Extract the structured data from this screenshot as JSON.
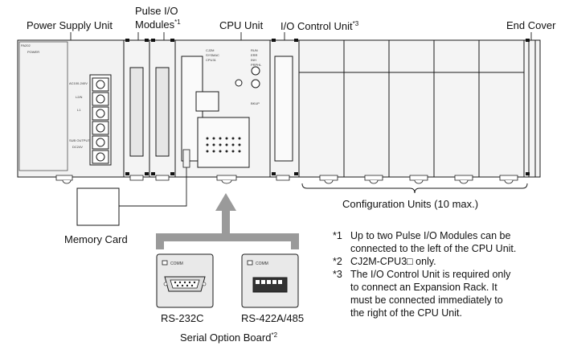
{
  "labels": {
    "power_supply_unit": "Power Supply Unit",
    "pulse_io_line1": "Pulse I/O",
    "pulse_io_line2": "Modules",
    "pulse_io_mark": "*1",
    "cpu_unit": "CPU Unit",
    "io_control_unit": "I/O Control Unit",
    "io_control_mark": "*3",
    "end_cover": "End Cover",
    "configuration_units": "Configuration Units (10 max.)",
    "memory_card": "Memory Card",
    "rs232c": "RS-232C",
    "rs422a485": "RS-422A/485",
    "serial_option_board": "Serial Option Board",
    "serial_option_mark": "*2",
    "comm": "COMM"
  },
  "notes": [
    {
      "mark": "*1",
      "lines": [
        "Up to two Pulse I/O Modules can be",
        "connected to the left of the CPU Unit."
      ]
    },
    {
      "mark": "*2",
      "lines": [
        "CJ2M-CPU3□ only."
      ]
    },
    {
      "mark": "*3",
      "lines": [
        "The I/O Control Unit is required only",
        "to connect an Expansion Rack. It",
        "must be connected immediately to",
        "the right of the CPU Unit."
      ]
    }
  ],
  "unit_markings": {
    "psu_terminals": [
      "AC100-240V",
      "L2/N",
      "L1",
      "SUB OUTPUT",
      "DC24V"
    ],
    "psu_top": [
      "PA202",
      "POWER"
    ],
    "cpu_text": [
      "CJ2M",
      "SYSMAC",
      "CPU31"
    ],
    "cpu_switches": [
      "RUN",
      "ERR",
      "INH",
      "PRPHL",
      "BKUP"
    ]
  },
  "colors": {
    "line": "#1a1a1a",
    "unit_fill": "#f4f4f4",
    "arrow_gray": "#9a9a9a",
    "board_fill": "#e9e9e9"
  }
}
